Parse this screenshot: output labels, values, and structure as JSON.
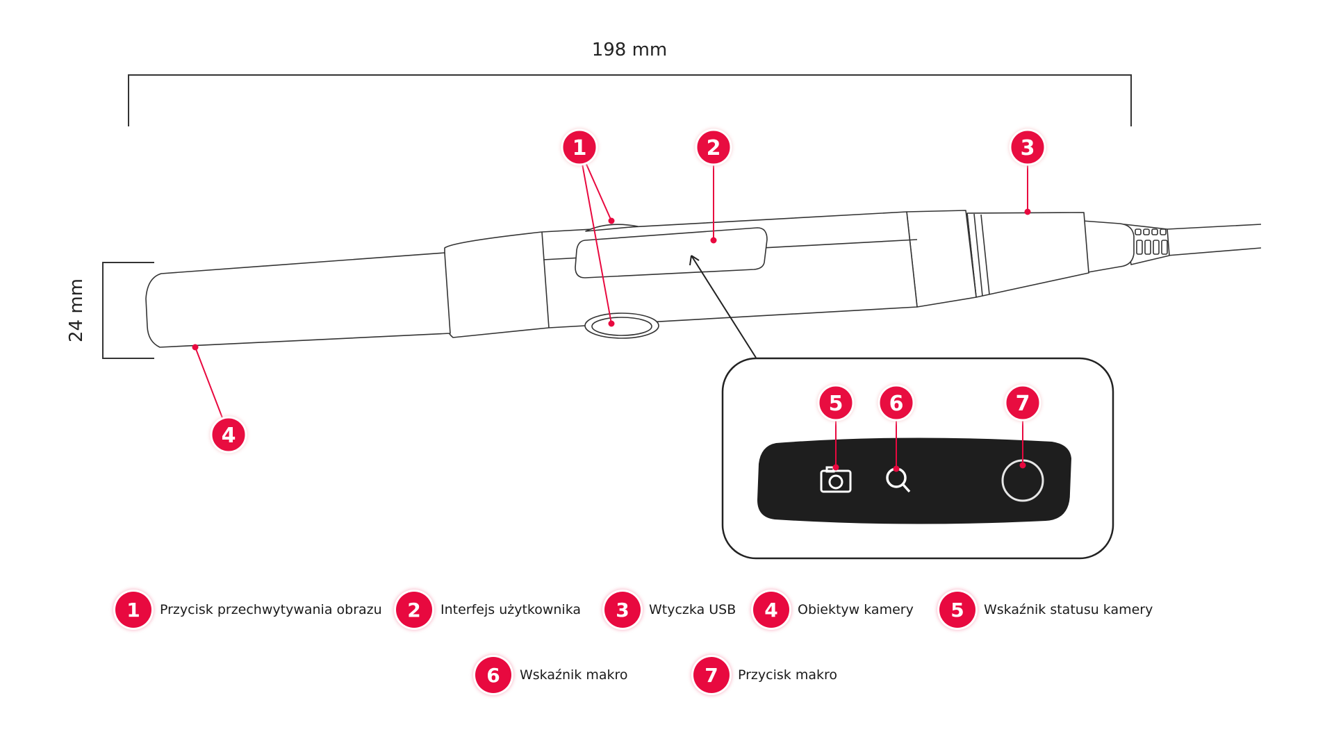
{
  "dimensions": {
    "length": "198 mm",
    "diameter": "24 mm"
  },
  "callouts": {
    "c1": "1",
    "c2": "2",
    "c3": "3",
    "c4": "4",
    "c5": "5",
    "c6": "6",
    "c7": "7"
  },
  "legend": [
    {
      "num": "1",
      "label": "Przycisk przechwytywania obrazu"
    },
    {
      "num": "2",
      "label": "Interfejs użytkownika"
    },
    {
      "num": "3",
      "label": "Wtyczka USB"
    },
    {
      "num": "4",
      "label": "Obiektyw kamery"
    },
    {
      "num": "5",
      "label": "Wskaźnik statusu kamery"
    },
    {
      "num": "6",
      "label": "Wskaźnik makro"
    },
    {
      "num": "7",
      "label": "Przycisk makro"
    }
  ],
  "icons": {
    "status": "camera-icon",
    "macro_indicator": "magnifier-icon",
    "macro_button": "circle-button-icon"
  },
  "colors": {
    "accent": "#e8093f",
    "panel": "#1e1e1e",
    "line": "#2a2a2a"
  }
}
